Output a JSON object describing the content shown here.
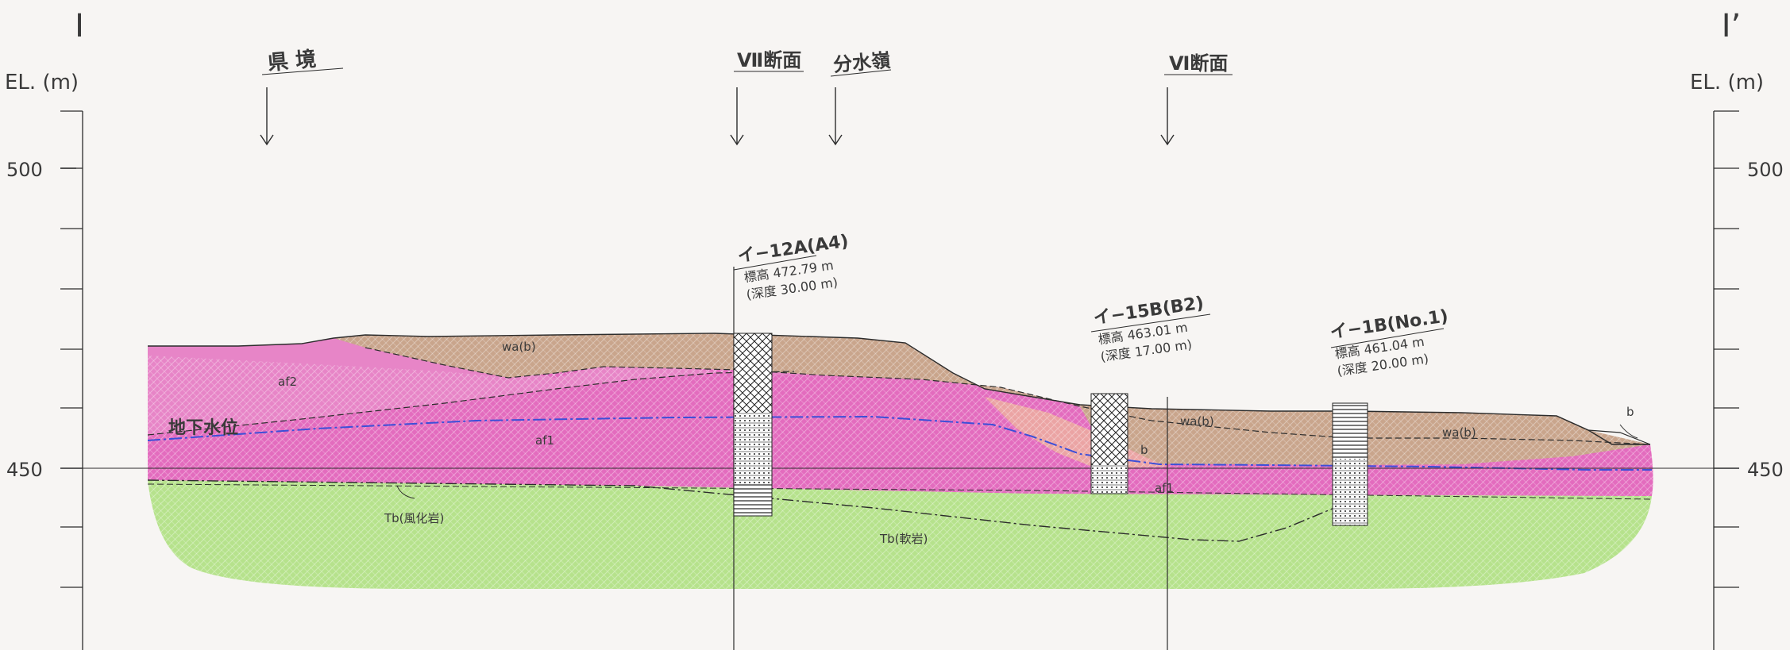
{
  "section": {
    "left_mark": "I",
    "right_mark": "I’"
  },
  "axis": {
    "label_left": "EL. (m)",
    "label_right": "EL. (m)",
    "tick_labels": [
      "500",
      "450"
    ]
  },
  "markers": [
    {
      "label": "県 境"
    },
    {
      "label": "Ⅶ断面"
    },
    {
      "label": "分水嶺"
    },
    {
      "label": "Ⅵ断面"
    }
  ],
  "boreholes": [
    {
      "name": "イ−12A(A4)",
      "elevation": "標高 472.79 m",
      "depth": "(深度 30.00 m)"
    },
    {
      "name": "イ−15B(B2)",
      "elevation": "標高 463.01 m",
      "depth": "(深度 17.00 m)"
    },
    {
      "name": "イ−1B(No.1)",
      "elevation": "標高 461.04 m",
      "depth": "(深度 20.00 m)"
    }
  ],
  "layers": [
    {
      "label": "af2",
      "color": "#e57fc4"
    },
    {
      "label": "af1",
      "color": "#e36cbe"
    },
    {
      "label": "wa(b)",
      "color": "#c9a58c"
    },
    {
      "label": "b",
      "color": "#eba4a4"
    },
    {
      "label": "Tb(風化岩)",
      "color": "#b6e28c"
    },
    {
      "label": "Tb(軟岩)",
      "color": "#b6e28c"
    }
  ],
  "labels": {
    "wa_b_top": "wa(b)",
    "af2": "af2",
    "af1_left": "af1",
    "wa_b_mid": "wa(b)",
    "b_mid": "b",
    "af1_right": "af1",
    "wa_b_right": "wa(b)",
    "b_right": "b",
    "tb_weathered": "Tb(風化岩)",
    "tb_soft": "Tb(軟岩)",
    "groundwater": "地下水位"
  },
  "colors": {
    "groundwater": "#3c4fd8",
    "line": "#2c2c2c"
  }
}
